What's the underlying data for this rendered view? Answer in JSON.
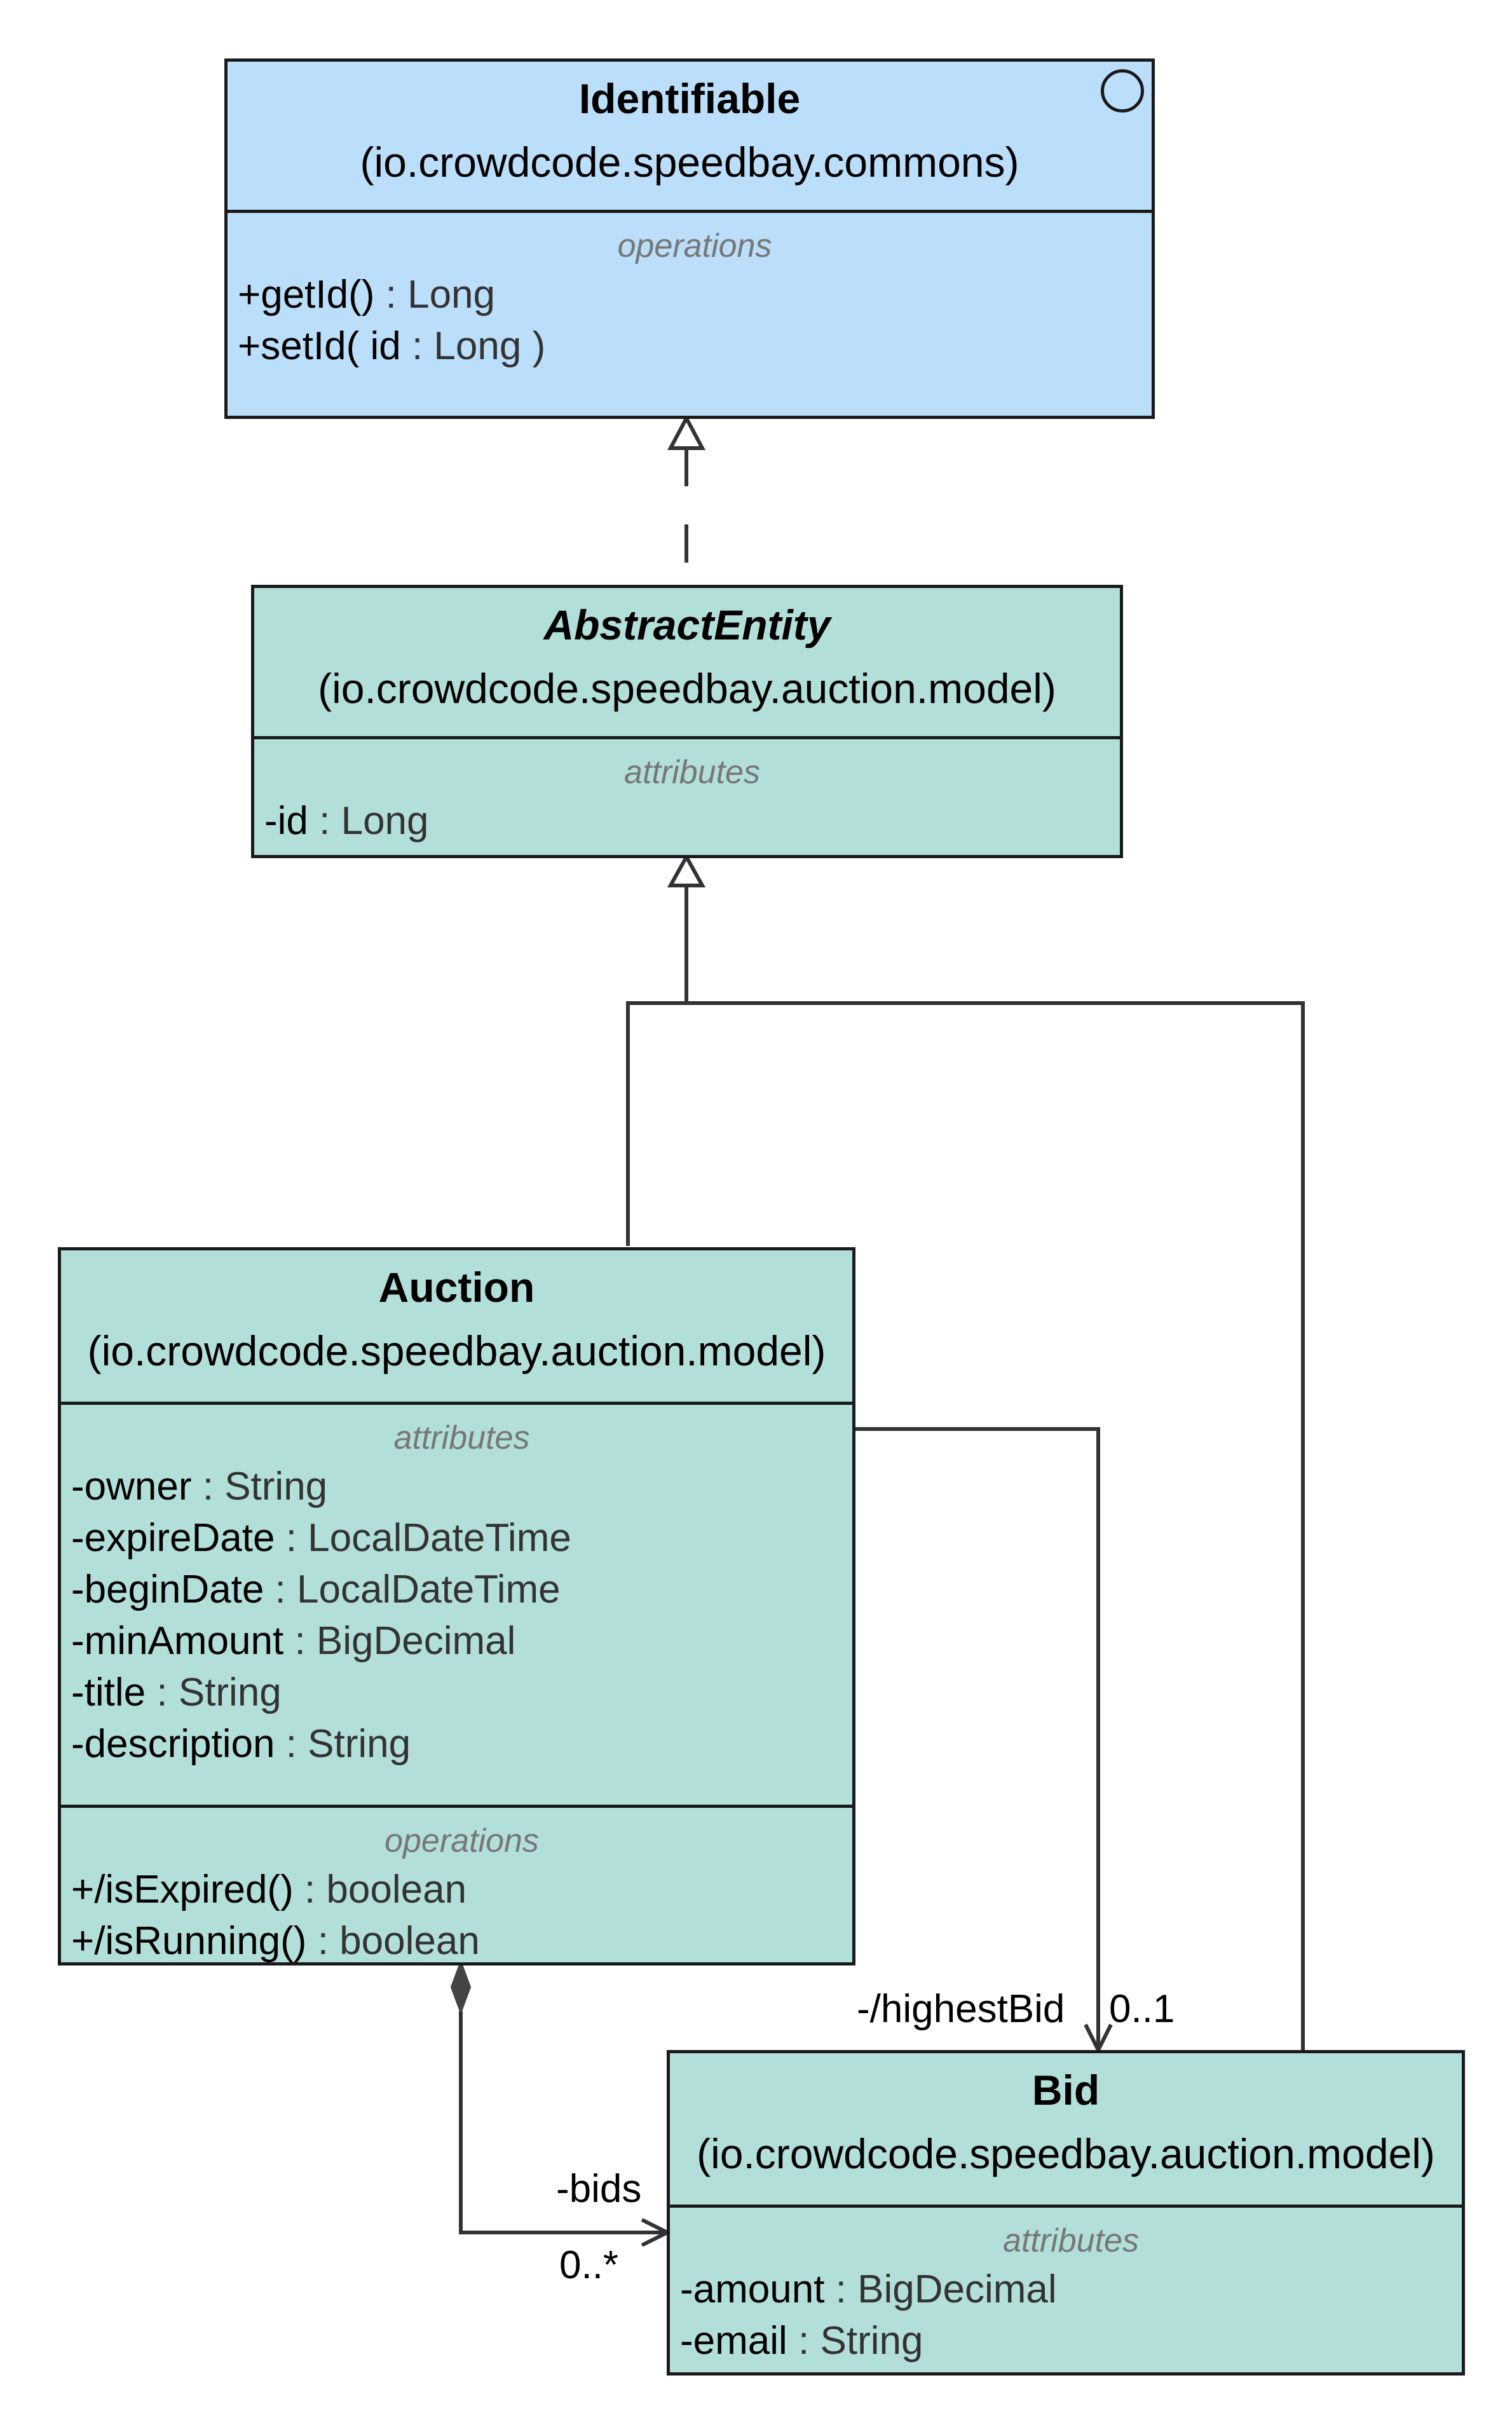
{
  "diagram": {
    "identifiable": {
      "name": "Identifiable",
      "package": "(io.crowdcode.speedbay.commons)",
      "operations_title": "operations",
      "operations": [
        {
          "name": "+getId()",
          "type": " : Long"
        },
        {
          "name": "+setId( id",
          "type": " : Long )"
        }
      ]
    },
    "abstract_entity": {
      "name": "AbstractEntity",
      "package": "(io.crowdcode.speedbay.auction.model)",
      "attributes_title": "attributes",
      "attributes": [
        {
          "name": "-id",
          "type": " : Long"
        }
      ]
    },
    "auction": {
      "name": "Auction",
      "package": "(io.crowdcode.speedbay.auction.model)",
      "attributes_title": "attributes",
      "attributes": [
        {
          "name": "-owner",
          "type": " : String"
        },
        {
          "name": "-expireDate",
          "type": " : LocalDateTime"
        },
        {
          "name": "-beginDate",
          "type": " : LocalDateTime"
        },
        {
          "name": "-minAmount",
          "type": " : BigDecimal"
        },
        {
          "name": "-title",
          "type": " : String"
        },
        {
          "name": "-description",
          "type": " : String"
        }
      ],
      "operations_title": "operations",
      "operations": [
        {
          "name": "+/isExpired()",
          "type": " : boolean"
        },
        {
          "name": "+/isRunning()",
          "type": " : boolean"
        }
      ]
    },
    "bid": {
      "name": "Bid",
      "package": "(io.crowdcode.speedbay.auction.model)",
      "attributes_title": "attributes",
      "attributes": [
        {
          "name": "-amount",
          "type": " : BigDecimal"
        },
        {
          "name": "-email",
          "type": " : String"
        }
      ]
    },
    "associations": {
      "highest_bid_role": "-/highestBid",
      "highest_bid_multiplicity": "0..1",
      "bids_role": "-bids",
      "bids_multiplicity": "0..*"
    },
    "colors": {
      "interface_fill": "#bbdefa",
      "class_fill": "#b3dfdb",
      "line": "#333333"
    }
  }
}
